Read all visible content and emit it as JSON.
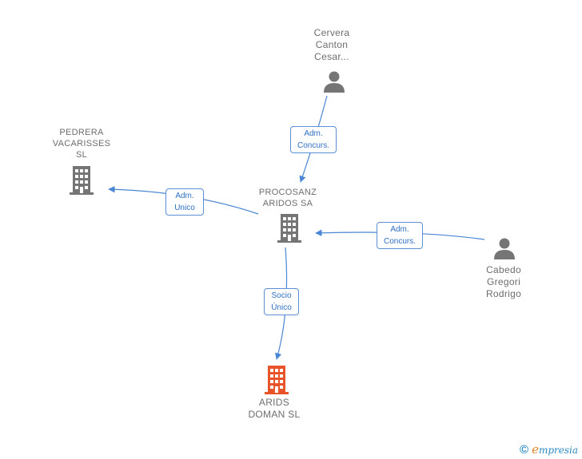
{
  "nodes": {
    "cervera": {
      "lines": [
        "Cervera",
        "Canton",
        "Cesar..."
      ],
      "type": "person"
    },
    "pedrera": {
      "lines": [
        "PEDRERA",
        "VACARISSES",
        "SL"
      ],
      "type": "company"
    },
    "procosanz": {
      "lines": [
        "PROCOSANZ",
        "ARIDOS SA"
      ],
      "type": "company"
    },
    "cabedo": {
      "lines": [
        "Cabedo",
        "Gregori",
        "Rodrigo"
      ],
      "type": "person"
    },
    "arids": {
      "lines": [
        "ARIDS",
        "DOMAN SL"
      ],
      "type": "company-highlight"
    }
  },
  "edges": {
    "cervera_procosanz": {
      "lines": [
        "Adm.",
        "Concurs."
      ]
    },
    "procosanz_pedrera": {
      "lines": [
        "Adm.",
        "Unico"
      ]
    },
    "cabedo_procosanz": {
      "lines": [
        "Adm.",
        "Concurs."
      ]
    },
    "procosanz_arids": {
      "lines": [
        "Socio",
        "Único"
      ]
    }
  },
  "colors": {
    "node_gray": "#757575",
    "highlight": "#e8532a",
    "edge": "#4a86d4",
    "edge_text": "#2f6fc4"
  },
  "brand": {
    "copyright": "©",
    "name_first": "e",
    "name_rest": "mpresia"
  }
}
